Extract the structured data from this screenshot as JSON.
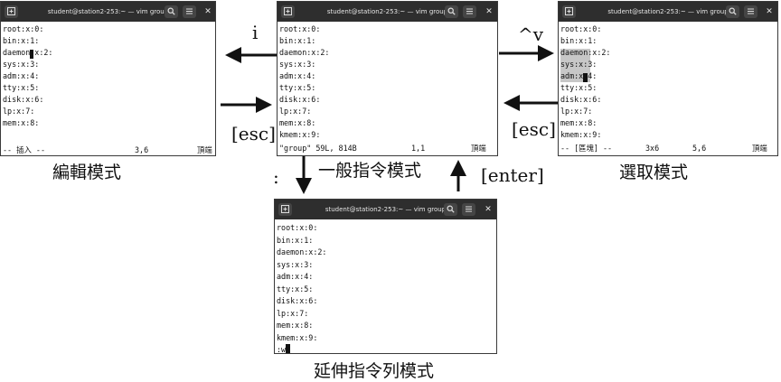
{
  "window_title": "student@station2-253:~ — vim group",
  "edit_window": {
    "lines": [
      "root:x:0:",
      "bin:x:1:",
      "daemon:x:2:",
      "sys:x:3:",
      "adm:x:4:",
      "tty:x:5:",
      "disk:x:6:",
      "lp:x:7:",
      "mem:x:8:"
    ],
    "status": {
      "mode": "-- 插入 --",
      "position": "3,6",
      "scroll": "頂端"
    }
  },
  "normal_window": {
    "lines": [
      "root:x:0:",
      "bin:x:1:",
      "daemon:x:2:",
      "sys:x:3:",
      "adm:x:4:",
      "tty:x:5:",
      "disk:x:6:",
      "lp:x:7:",
      "mem:x:8:",
      "kmem:x:9:"
    ],
    "status": {
      "file_info": "\"group\" 59L, 814B",
      "position": "1,1",
      "scroll": "頂端"
    }
  },
  "visual_window": {
    "lines": [
      "root:x:0:",
      "bin:x:1:",
      "daemon:x:2:",
      "sys:x:3:",
      "adm:x:4:",
      "tty:x:5:",
      "disk:x:6:",
      "lp:x:7:",
      "mem:x:8:",
      "kmem:x:9:"
    ],
    "status": {
      "mode": "-- [區塊] --",
      "selection": "3x6",
      "position": "5,6",
      "scroll": "頂端"
    }
  },
  "cmdline_window": {
    "lines": [
      "root:x:0:",
      "bin:x:1:",
      "daemon:x:2:",
      "sys:x:3:",
      "adm:x:4:",
      "tty:x:5:",
      "disk:x:6:",
      "lp:x:7:",
      "mem:x:8:",
      "kmem:x:9:"
    ],
    "command": ":w"
  },
  "labels": {
    "edit_mode": "編輯模式",
    "normal_mode": "一般指令模式",
    "visual_mode": "選取模式",
    "cmdline_mode": "延伸指令列模式",
    "key_i": "i",
    "key_esc_left": "[esc]",
    "key_ctrl_v": "^v",
    "key_esc_right": "[esc]",
    "key_colon": ":",
    "key_enter": "[enter]"
  },
  "colors": {
    "titlebar": "#2e2e2e",
    "selection": "#c7c7c7",
    "cursor": "#111111"
  }
}
